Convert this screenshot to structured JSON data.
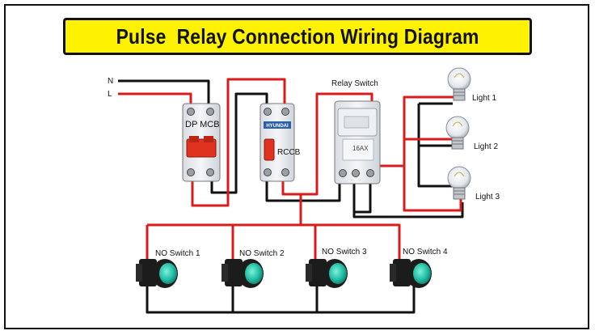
{
  "title": "Pulse  Relay Connection Wiring Diagram",
  "inputs": {
    "neutral": "N",
    "live": "L"
  },
  "mcb": {
    "label": "DP MCB"
  },
  "rccb": {
    "label": "RCCB",
    "brand": "HYUNDAI"
  },
  "relay": {
    "caption": "Relay Switch",
    "rating": "16AX"
  },
  "lights": [
    {
      "label": "Light 1"
    },
    {
      "label": "Light 2"
    },
    {
      "label": "Light 3"
    }
  ],
  "switches": [
    {
      "label": "NO Switch 1"
    },
    {
      "label": "NO Switch 2"
    },
    {
      "label": "NO Switch 3"
    },
    {
      "label": "NO Switch 4"
    }
  ],
  "colors": {
    "live_wire": "#d81c1c",
    "neutral_wire": "#111111",
    "banner": "#fff200",
    "button": "#22c0a8"
  }
}
